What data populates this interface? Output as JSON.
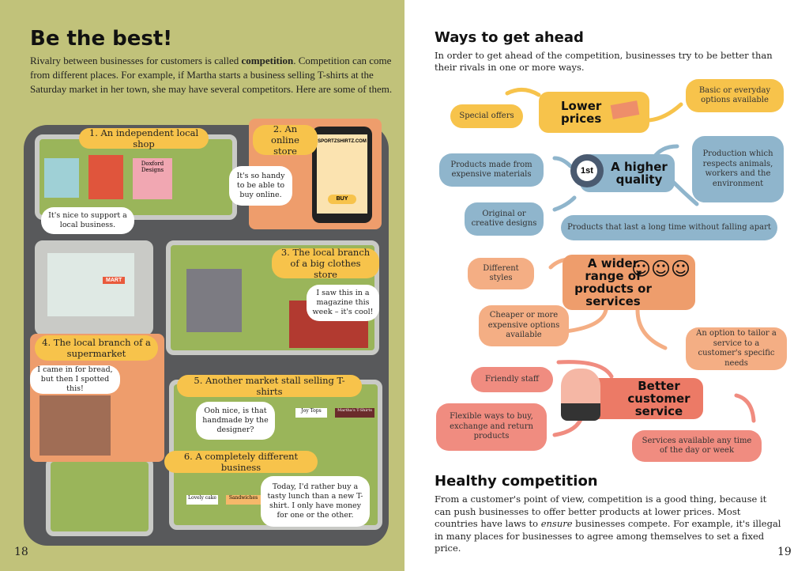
{
  "left": {
    "title": "Be the best!",
    "intro_before": "Rivalry between businesses for customers is called ",
    "intro_bold": "competition",
    "intro_after": ". Competition can come from different places. For example, if Martha starts a business selling T-shirts at the Saturday market in her town, she may have several competitors. Here are some of them.",
    "labels": [
      "1. An independent local shop",
      "2. An online store",
      "3. The local branch of a big clothes store",
      "4. The local branch of a supermarket",
      "5. Another market stall selling T-shirts",
      "6. A completely different business"
    ],
    "bubbles": [
      "It's nice to support a local business.",
      "It's so handy to be able to buy online.",
      "I saw this in a magazine this week – it's cool!",
      "I came in for bread, but then I spotted this!",
      "Ooh nice, is that handmade by the designer?",
      "Today, I'd rather buy a tasty lunch than a new T-shirt. I only have money for one or the other."
    ],
    "signs": {
      "shop": "Doxford Designs",
      "website": "SPORTZSHIRTZ.COM",
      "buy": "BUY",
      "mart": "MART",
      "stall1": "Joy Tops",
      "stall2": "Martha's T-Shirts",
      "stall3": "Lovely cake",
      "stall4": "Sandwiches"
    },
    "page_number": "18"
  },
  "right": {
    "title": "Ways to get ahead",
    "intro": "In order to get ahead of the competition, businesses try to be better than their rivals in one or more ways.",
    "lower_prices": {
      "title": "Lower prices",
      "items": [
        "Special offers",
        "Basic or everyday options available"
      ]
    },
    "quality": {
      "title": "A higher quality",
      "badge": "1st",
      "items": [
        "Products made from expensive materials",
        "Original or creative designs",
        "Production which respects animals, workers and the environment",
        "Products that last a long time without falling apart"
      ]
    },
    "range": {
      "title": "A wider range of products or services",
      "items": [
        "Different styles",
        "Cheaper or more expensive options available",
        "An option to tailor a service to a customer's specific needs"
      ]
    },
    "service": {
      "title": "Better customer service",
      "items": [
        "Friendly staff",
        "Flexible ways to buy, exchange and return products",
        "Services available any time of the day or week"
      ]
    },
    "healthy_title": "Healthy competition",
    "healthy_1": "From a customer's point of view, competition is a good thing, because it can push businesses to offer better products at lower prices. Most countries have laws to ",
    "healthy_em": "ensure",
    "healthy_2": " businesses compete. For example, it's illegal in many places for businesses to agree among themselves to set a fixed price.",
    "page_number": "19"
  },
  "colors": {
    "left_bg": "#c1c27a",
    "yellow": "#f7c34b",
    "blue": "#8fb5cc",
    "orange": "#f4ae84",
    "red": "#f08c80",
    "road": "#58595b"
  }
}
